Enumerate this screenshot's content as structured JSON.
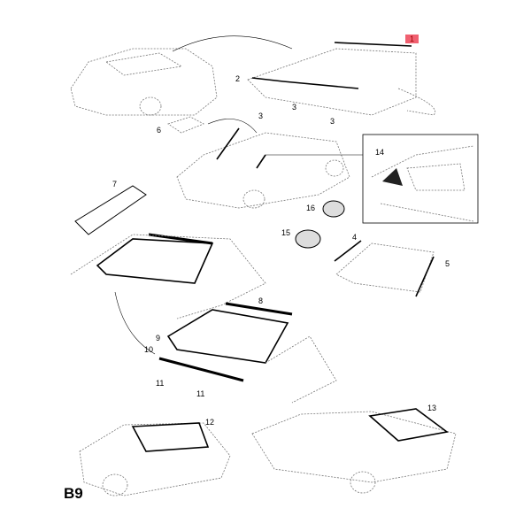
{
  "page_code": "B9",
  "labels": {
    "l1": "1",
    "l2": "2",
    "l3a": "3",
    "l3b": "3",
    "l3c": "3",
    "l4": "4",
    "l5": "5",
    "l6": "6",
    "l7": "7",
    "l8": "8",
    "l9": "9",
    "l10": "10",
    "l11a": "11",
    "l11b": "11",
    "l12": "12",
    "l13": "13",
    "l14": "14",
    "l15": "15",
    "l16": "16"
  },
  "colors": {
    "highlight": "#f06070"
  }
}
